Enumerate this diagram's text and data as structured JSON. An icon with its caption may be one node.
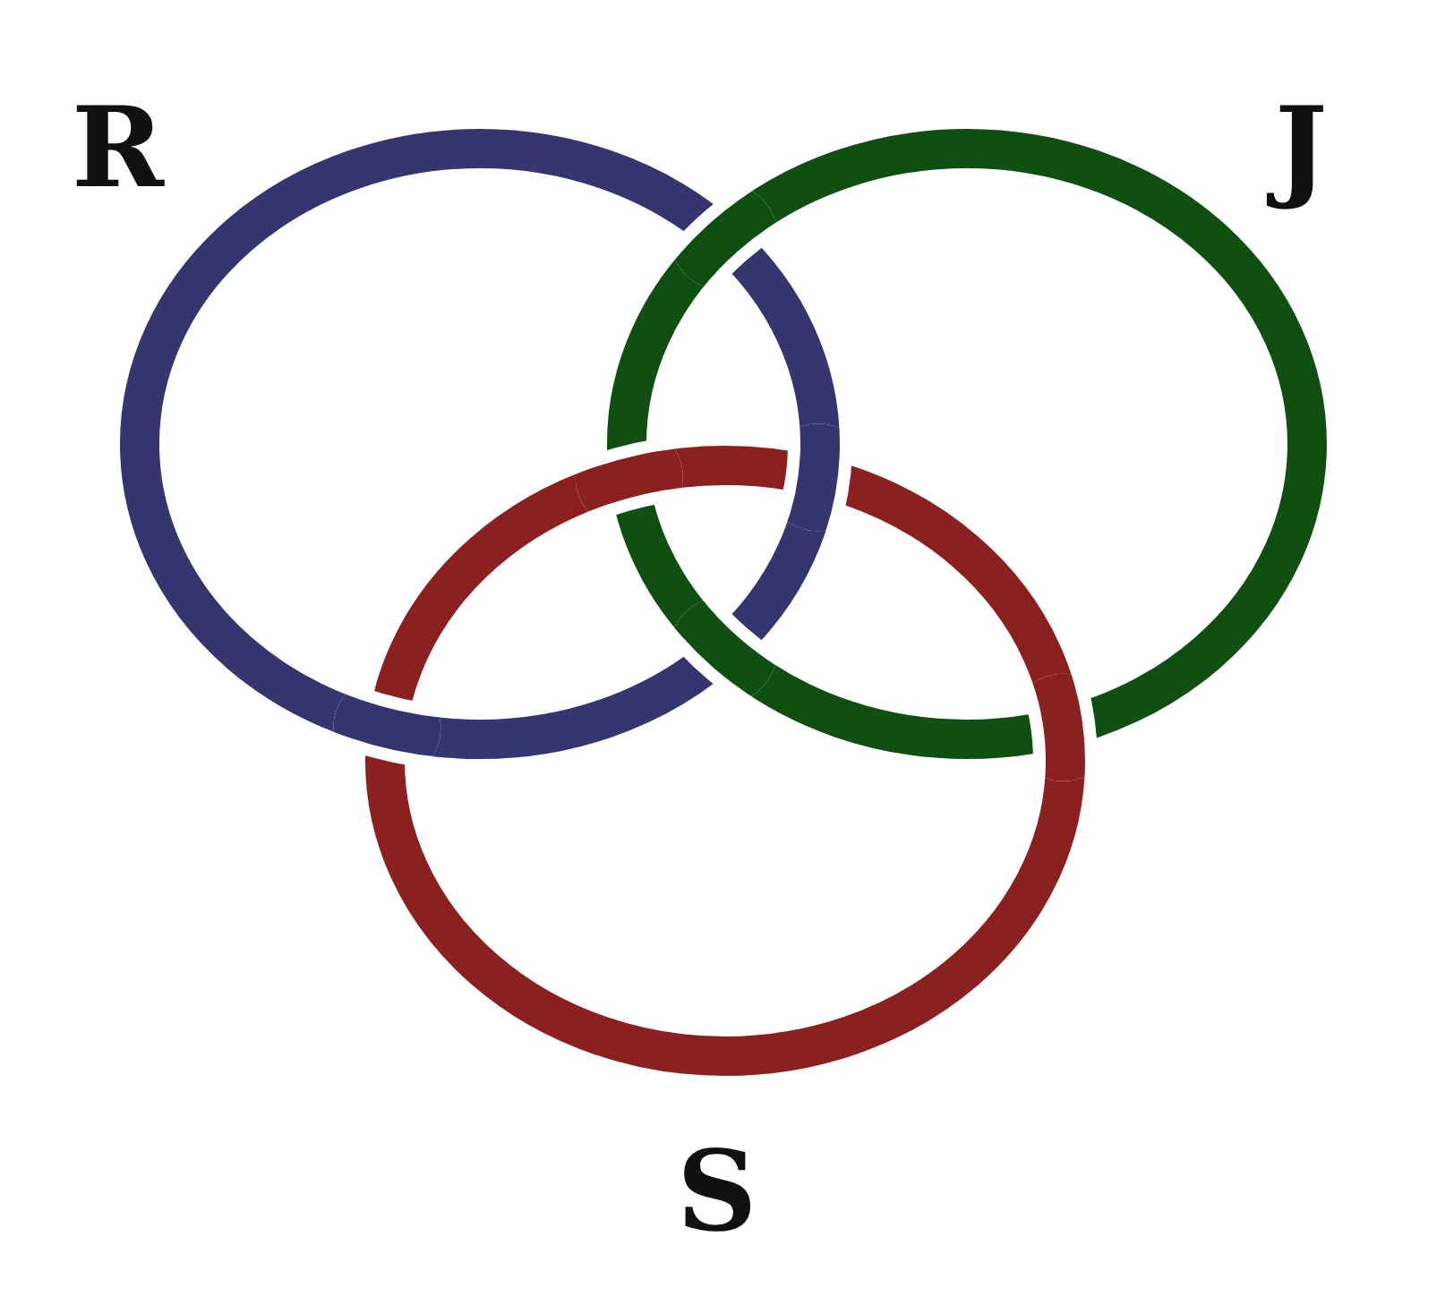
{
  "diagram": {
    "labels": [
      "R",
      "J",
      "S"
    ]
  }
}
